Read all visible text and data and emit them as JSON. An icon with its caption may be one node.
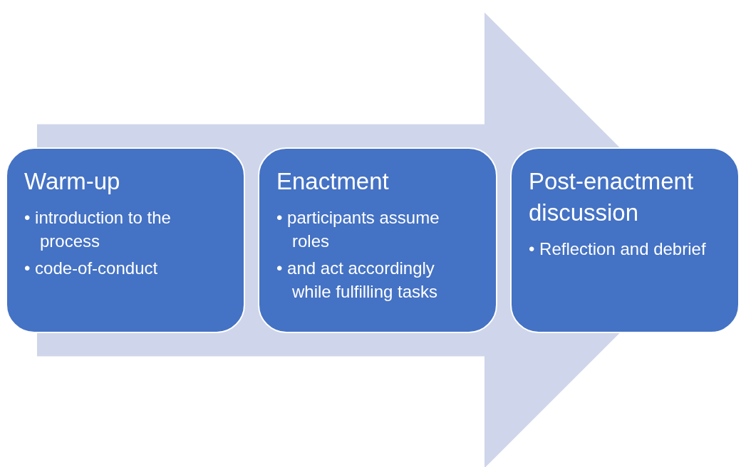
{
  "diagram": {
    "nodes": [
      {
        "text": [
          "Warm-up",
          "• introduction to the process",
          "• code-of-conduct"
        ]
      },
      {
        "text": [
          "Enactment",
          "• participants assume roles",
          "• and act accordingly while fulfilling tasks"
        ]
      },
      {
        "text": [
          "Post-enactment discussion",
          "• Reflection and debrief"
        ]
      }
    ],
    "edges": [
      {
        "from": 0,
        "to": 2,
        "arrow": "to",
        "style": "thick"
      }
    ]
  }
}
